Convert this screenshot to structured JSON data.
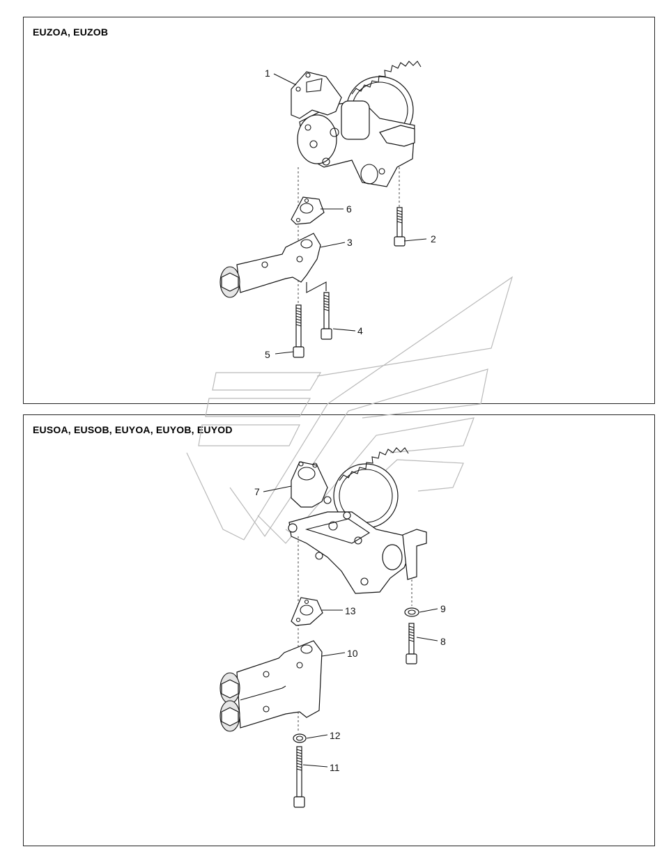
{
  "panels": [
    {
      "title": "EUZOA, EUZOB",
      "callouts": [
        "1",
        "2",
        "3",
        "4",
        "5",
        "6"
      ]
    },
    {
      "title": "EUSOA, EUSOB, EUYOA, EUYOB, EUYOD",
      "callouts": [
        "7",
        "8",
        "9",
        "10",
        "11",
        "12",
        "13"
      ]
    }
  ]
}
